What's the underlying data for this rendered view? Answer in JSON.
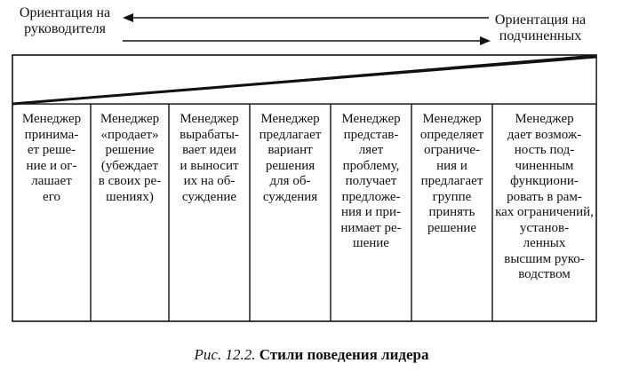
{
  "orientation": {
    "leader": "Ориентация на\nруководителя",
    "subordinates": "Ориентация на\nподчиненных"
  },
  "styles": [
    "Менеджер\nпринима-\nет реше-\nние и ог-\nлашает\nего",
    "Менеджер\n«продает»\nрешение\n(убеждает\nв своих ре-\nшениях)",
    "Менеджер\nвырабаты-\nвает идеи\nи выносит\nих на об-\nсуждение",
    "Менеджер\nпредлагает\nвариант\nрешения\nдля об-\nсуждения",
    "Менеджер\nпредстав-\nляет\nпроблему,\nполучает\nпредложе-\nния и при-\nнимает ре-\nшение",
    "Менеджер\nопределяет\nограниче-\nния и\nпредлагает\nгруппе\nпринять\nрешение",
    "Менеджер\nдает возмож-\nность под-\nчиненным\nфункциони-\nровать в рам-\nках ограничений,\nустанов-\nленных\nвысшим руко-\nводством"
  ],
  "caption": {
    "figure": "Рис. 12.2.",
    "title": "Стили поведения лидера"
  }
}
